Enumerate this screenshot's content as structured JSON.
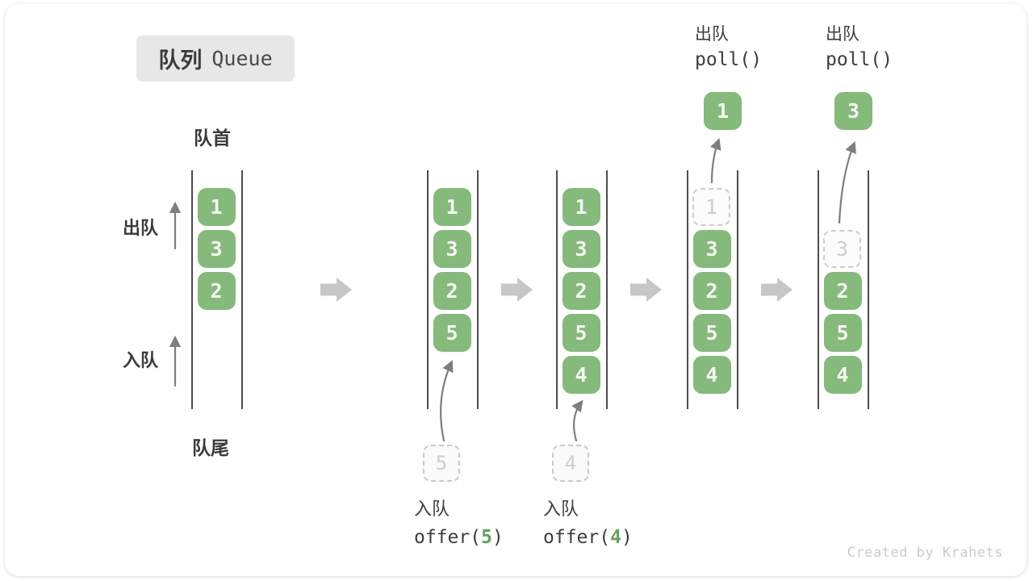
{
  "title": {
    "zh": "队列",
    "en": "Queue"
  },
  "labels": {
    "front": "队首",
    "rear": "队尾",
    "dequeue": "出队",
    "enqueue": "入队"
  },
  "watermark": "Created by Krahets",
  "colors": {
    "green": "#84BA7A",
    "box_text": "#F8F8F5",
    "dark_text": "#3A3A3A",
    "code_text": "#3D3D3D",
    "ghost_text": "#CDCDCD",
    "wall": "#4D4D4D",
    "block_arrow": "#C7C7C7",
    "curve_arrow": "#7E7E7E",
    "badge_bg": "#E7E7E7",
    "badge_en_text": "#4A4A4A",
    "watermark_text": "#CBCBCB",
    "accent_green": "#5FA35A"
  },
  "diagram": {
    "columns": [
      {
        "boxes": [
          {
            "slot": 0,
            "v": "1"
          },
          {
            "slot": 1,
            "v": "3"
          },
          {
            "slot": 2,
            "v": "2"
          }
        ]
      },
      {
        "boxes": [
          {
            "slot": 0,
            "v": "1"
          },
          {
            "slot": 1,
            "v": "3"
          },
          {
            "slot": 2,
            "v": "2"
          },
          {
            "slot": 3,
            "v": "5"
          }
        ],
        "pending": "5",
        "caption": {
          "action": "入队",
          "code_pre": "offer(",
          "code_arg": "5",
          "code_post": ")"
        }
      },
      {
        "boxes": [
          {
            "slot": 0,
            "v": "1"
          },
          {
            "slot": 1,
            "v": "3"
          },
          {
            "slot": 2,
            "v": "2"
          },
          {
            "slot": 3,
            "v": "5"
          },
          {
            "slot": 4,
            "v": "4"
          }
        ],
        "pending": "4",
        "caption": {
          "action": "入队",
          "code_pre": "offer(",
          "code_arg": "4",
          "code_post": ")"
        }
      },
      {
        "ghosts": [
          {
            "slot": 0,
            "v": "1"
          }
        ],
        "boxes": [
          {
            "slot": 1,
            "v": "3"
          },
          {
            "slot": 2,
            "v": "2"
          },
          {
            "slot": 3,
            "v": "5"
          },
          {
            "slot": 4,
            "v": "4"
          }
        ],
        "popped": "1",
        "top_label": {
          "action": "出队",
          "code": "poll()"
        }
      },
      {
        "ghosts": [
          {
            "slot": 1,
            "v": "3"
          }
        ],
        "boxes": [
          {
            "slot": 2,
            "v": "2"
          },
          {
            "slot": 3,
            "v": "5"
          },
          {
            "slot": 4,
            "v": "4"
          }
        ],
        "popped": "3",
        "top_label": {
          "action": "出队",
          "code": "poll()"
        }
      }
    ]
  }
}
